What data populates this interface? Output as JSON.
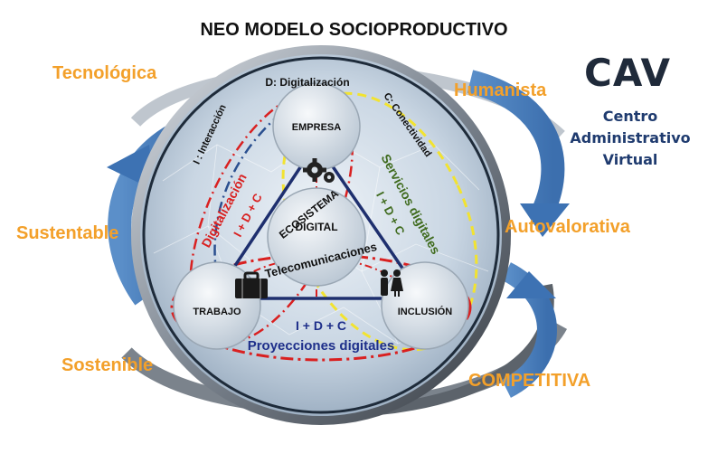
{
  "title": "NEO MODELO SOCIOPRODUCTIVO",
  "brand": {
    "acronym": "CAV",
    "line1": "Centro",
    "line2": "Administrativo",
    "line3": "Virtual"
  },
  "outer_labels": {
    "tecnologica": "Tecnológica",
    "humanista": "Humanista",
    "sustentable": "Sustentable",
    "autovalorativa": "Autovalorativa",
    "sostenible": "Sostenible",
    "competitiva": "COMPETITIVA"
  },
  "arc_labels": {
    "interaccion": "I : Interacción",
    "digitalizacion": "D: Digitalización",
    "conectividad": "C: Conectividad"
  },
  "nodes": {
    "empresa": "EMPRESA",
    "trabajo": "TRABAJO",
    "inclusion": "INCLUSIÓN",
    "ecosistema_line1": "ECOSISTEMA",
    "ecosistema_line2": "DIGITAL"
  },
  "inner_labels": {
    "digitalizacion": "Digitalización",
    "digitalizacion_idc": "I + D + C",
    "servicios": "Servicios digitales",
    "servicios_idc": "I + D + C",
    "telecomunicaciones": "Telecomunicaciones",
    "proyecciones_idc": "I + D + C",
    "proyecciones": "Proyecciones digitales"
  },
  "icons": [
    "gears-icon",
    "briefcase-icon",
    "people-icon"
  ]
}
